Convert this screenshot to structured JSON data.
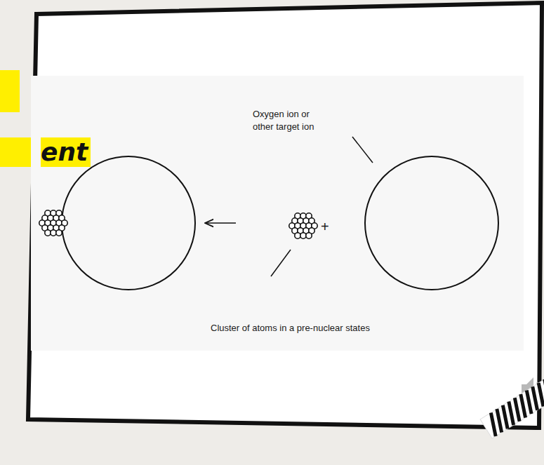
{
  "diagram": {
    "labels": [
      "ent",
      "Oxygen ion or other target ion",
      "+",
      "Cluster of atoms in a pre-nuclear states"
    ]
  }
}
